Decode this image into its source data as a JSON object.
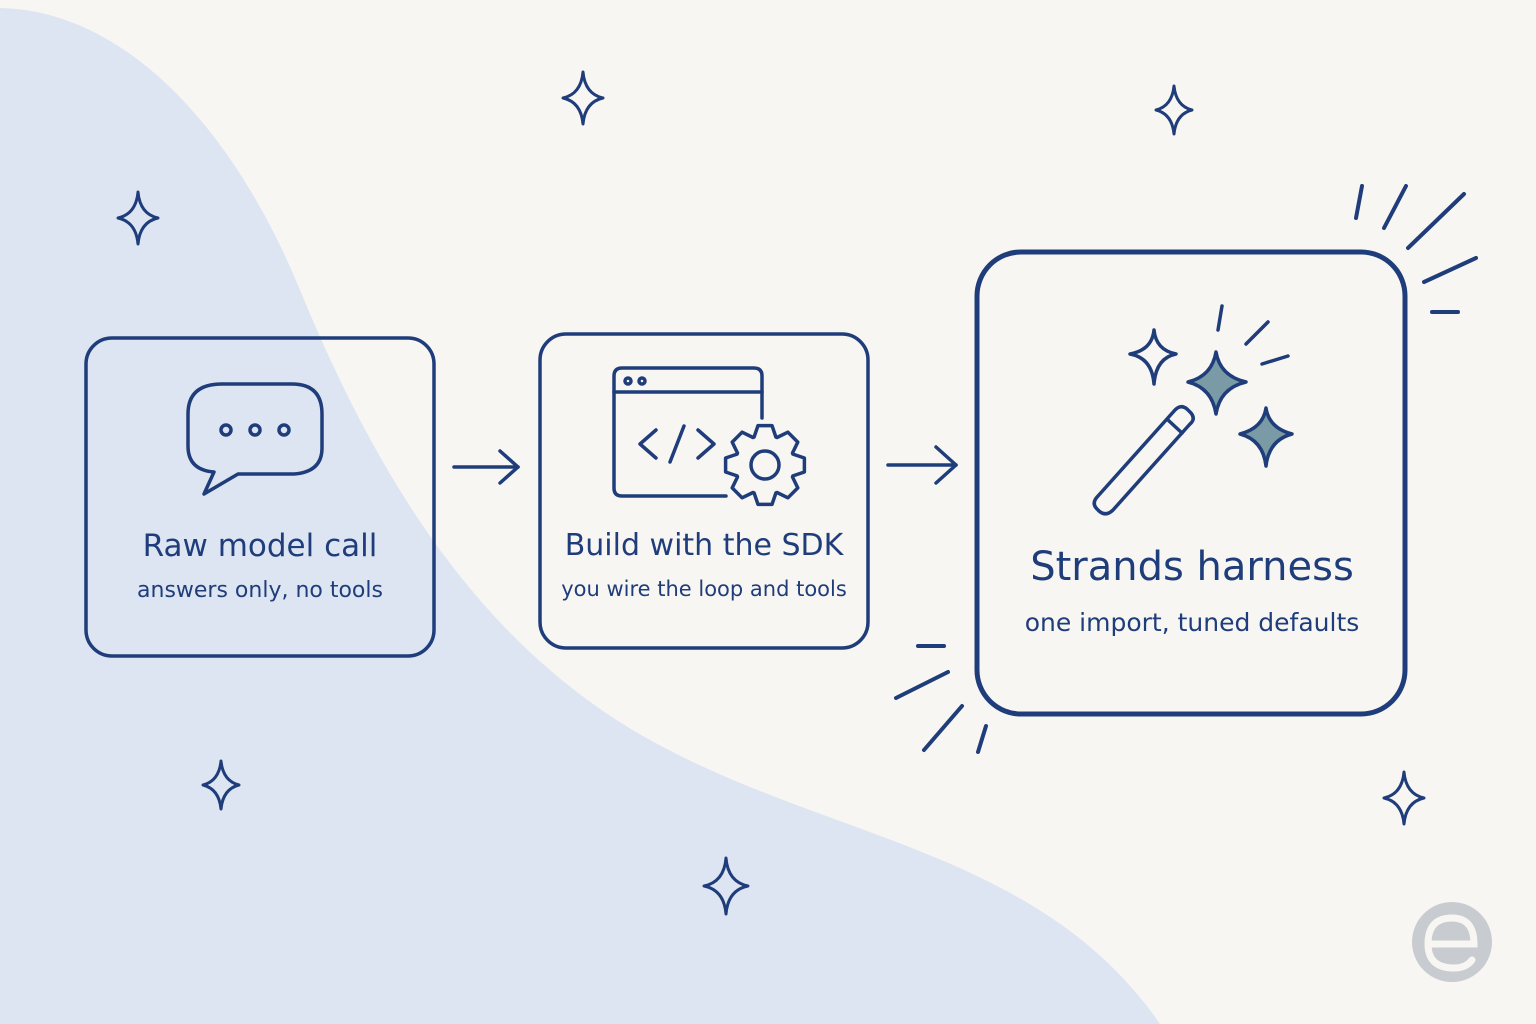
{
  "colors": {
    "ink": "#1f3d7a",
    "blob": "#dde5f2",
    "background": "#f8f6f2",
    "sparkle_fill": "#7a9aa5",
    "logo": "#c8cbd0"
  },
  "steps": [
    {
      "title": "Raw model call",
      "subtitle": "answers only, no tools",
      "icon": "chat-bubble-icon"
    },
    {
      "title": "Build with the SDK",
      "subtitle": "you wire the loop and tools",
      "icon": "code-window-gear-icon"
    },
    {
      "title": "Strands harness",
      "subtitle": "one import, tuned defaults",
      "icon": "magic-wand-icon"
    }
  ],
  "connectors": [
    "arrow-right-icon",
    "arrow-right-icon"
  ],
  "decorations": [
    "sparkle-icon"
  ],
  "logo": {
    "icon": "e-logo-icon"
  }
}
